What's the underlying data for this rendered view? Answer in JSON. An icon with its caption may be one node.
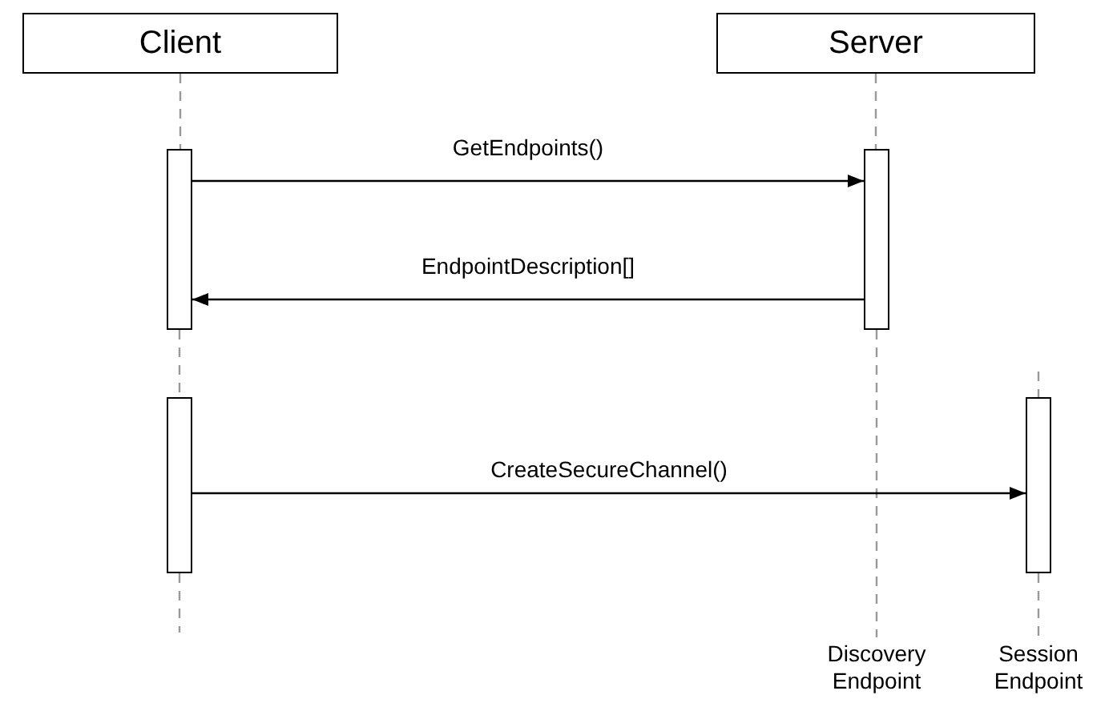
{
  "diagram": {
    "nodes": [
      {
        "text": [
          "Client"
        ]
      },
      {
        "text": [
          "Server"
        ]
      },
      {
        "text": [],
        "shape": "bar"
      },
      {
        "text": [],
        "shape": "bar"
      },
      {
        "text": [],
        "shape": "bar"
      },
      {
        "text": [],
        "shape": "bar"
      },
      {
        "text": [
          "Discovery Endpoint"
        ]
      },
      {
        "text": [
          "Session Endpoint"
        ]
      }
    ],
    "edges": [
      {
        "from": 0,
        "to": 2,
        "arrow": "none",
        "style": "dashed"
      },
      {
        "from": 2,
        "to": 4,
        "arrow": "none",
        "style": "dashed"
      },
      {
        "from": 4,
        "to": null,
        "arrow": "none",
        "style": "dashed"
      },
      {
        "from": 1,
        "to": 3,
        "arrow": "none",
        "style": "dashed"
      },
      {
        "from": 3,
        "to": 6,
        "arrow": "none",
        "style": "dashed"
      },
      {
        "from": null,
        "to": 5,
        "arrow": "none",
        "style": "dashed"
      },
      {
        "from": 5,
        "to": 7,
        "arrow": "none",
        "style": "dashed"
      },
      {
        "from": 2,
        "to": 3,
        "arrow": "to",
        "label": "GetEndpoints()",
        "color": "#000000"
      },
      {
        "from": 3,
        "to": 2,
        "arrow": "to",
        "label": "EndpointDescription[]",
        "color": "#000000"
      },
      {
        "from": 4,
        "to": 5,
        "arrow": "to",
        "label": "CreateSecureChannel()",
        "color": "#000000"
      }
    ]
  }
}
